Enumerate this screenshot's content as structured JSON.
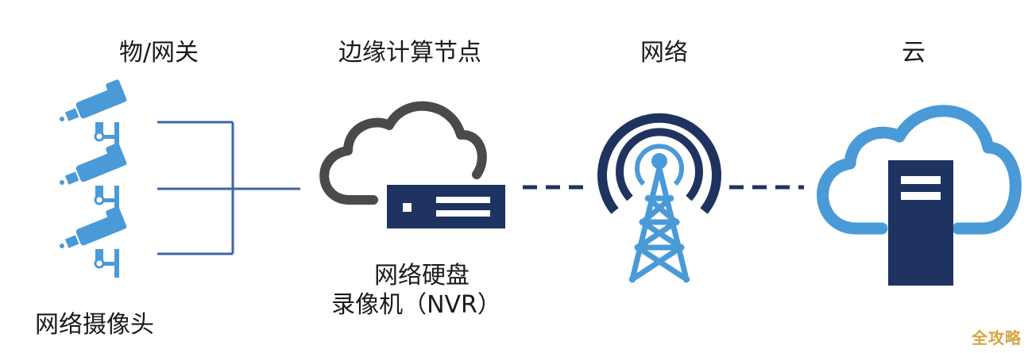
{
  "labels": {
    "iot_gateway": "物/网关",
    "edge_node": "边缘计算节点",
    "network": "网络",
    "cloud": "云",
    "nvr_line1": "网络硬盘",
    "nvr_line2": "录像机（NVR）",
    "cameras": "网络摄像头"
  },
  "watermark": "全攻略",
  "colors": {
    "camera_blue": "#4a9ad8",
    "line_blue": "#3c67a8",
    "navy": "#1f3360",
    "cloud_gray": "#4a4a4a",
    "tower_blue": "#4a9ad8",
    "cloud_blue": "#4a9ad8"
  },
  "icons": [
    "camera-icon",
    "edge-cloud-icon",
    "nvr-device-icon",
    "signal-tower-icon",
    "cloud-server-icon"
  ]
}
